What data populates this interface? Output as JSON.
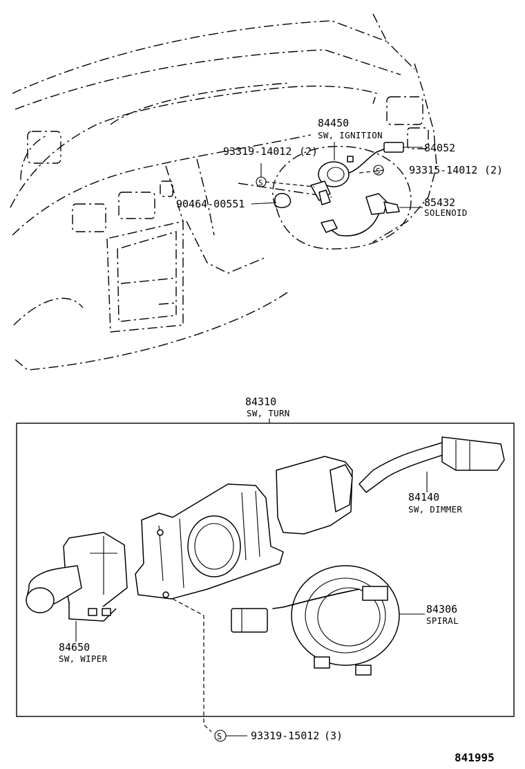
{
  "diagram_id": "841995",
  "screw_symbol": "S",
  "parts": {
    "ignition_switch": {
      "number": "84450",
      "desc": "SW, IGNITION"
    },
    "harness": {
      "number": "84052"
    },
    "screw_left": {
      "number": "93319-14012",
      "qty": "(2)"
    },
    "screw_right": {
      "number": "93315-14012",
      "qty": "(2)"
    },
    "clamp": {
      "number": "90464-00551"
    },
    "solenoid": {
      "number": "85432",
      "desc": "SOLENOID"
    },
    "turn_switch": {
      "number": "84310",
      "desc": "SW, TURN"
    },
    "dimmer_switch": {
      "number": "84140",
      "desc": "SW, DIMMER"
    },
    "spiral_cable": {
      "number": "84306",
      "desc": "SPIRAL"
    },
    "wiper_switch": {
      "number": "84650",
      "desc": "SW, WIPER"
    },
    "screw_bottom": {
      "number": "93319-15012",
      "qty": "(3)"
    }
  }
}
